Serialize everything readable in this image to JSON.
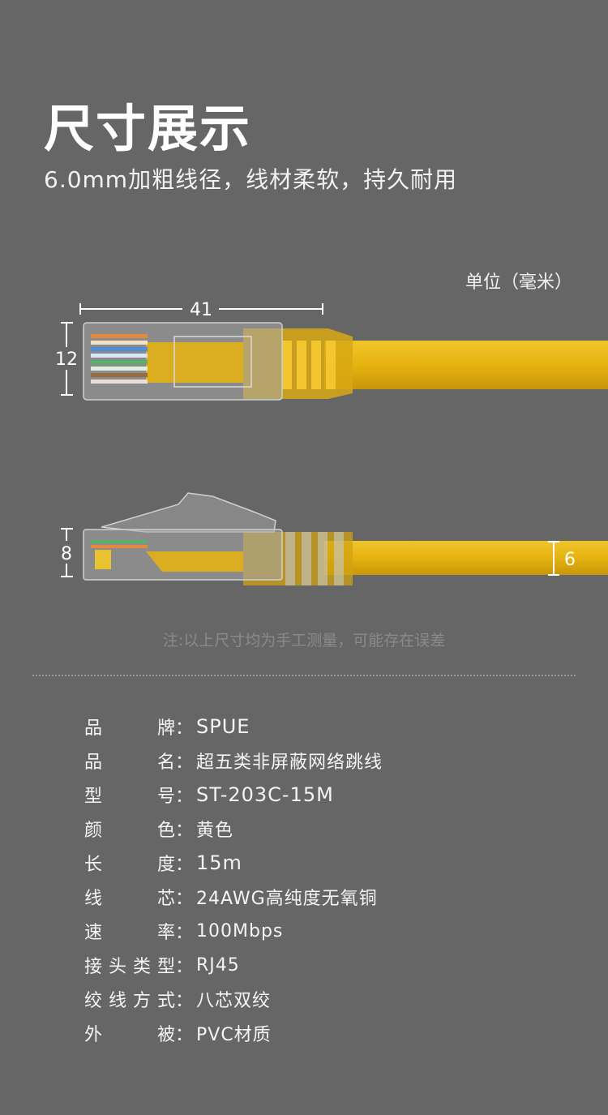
{
  "header": {
    "title": "尺寸展示",
    "subtitle": "6.0mm加粗线径，线材柔软，持久耐用"
  },
  "diagram": {
    "unit_label": "单位（毫米）",
    "length_label": "41",
    "height_label": "12",
    "thickness_label": "8",
    "cable_diameter_label": "6",
    "cable_color": "#e8b814"
  },
  "note": "注:以上尺寸均为手工测量，可能存在误差",
  "specs": [
    {
      "label": "品牌",
      "value": "SPUE"
    },
    {
      "label": "品名",
      "value": "超五类非屏蔽网络跳线"
    },
    {
      "label": "型号",
      "value": "ST-203C-15M"
    },
    {
      "label": "颜色",
      "value": "黄色"
    },
    {
      "label": "长度",
      "value": "15m"
    },
    {
      "label": "线芯",
      "value": "24AWG高纯度无氧铜"
    },
    {
      "label": "速率",
      "value": "100Mbps"
    },
    {
      "label": "接头类型",
      "value": "RJ45"
    },
    {
      "label": "绞线方式",
      "value": "八芯双绞"
    },
    {
      "label": "外被",
      "value": "PVC材质"
    }
  ]
}
